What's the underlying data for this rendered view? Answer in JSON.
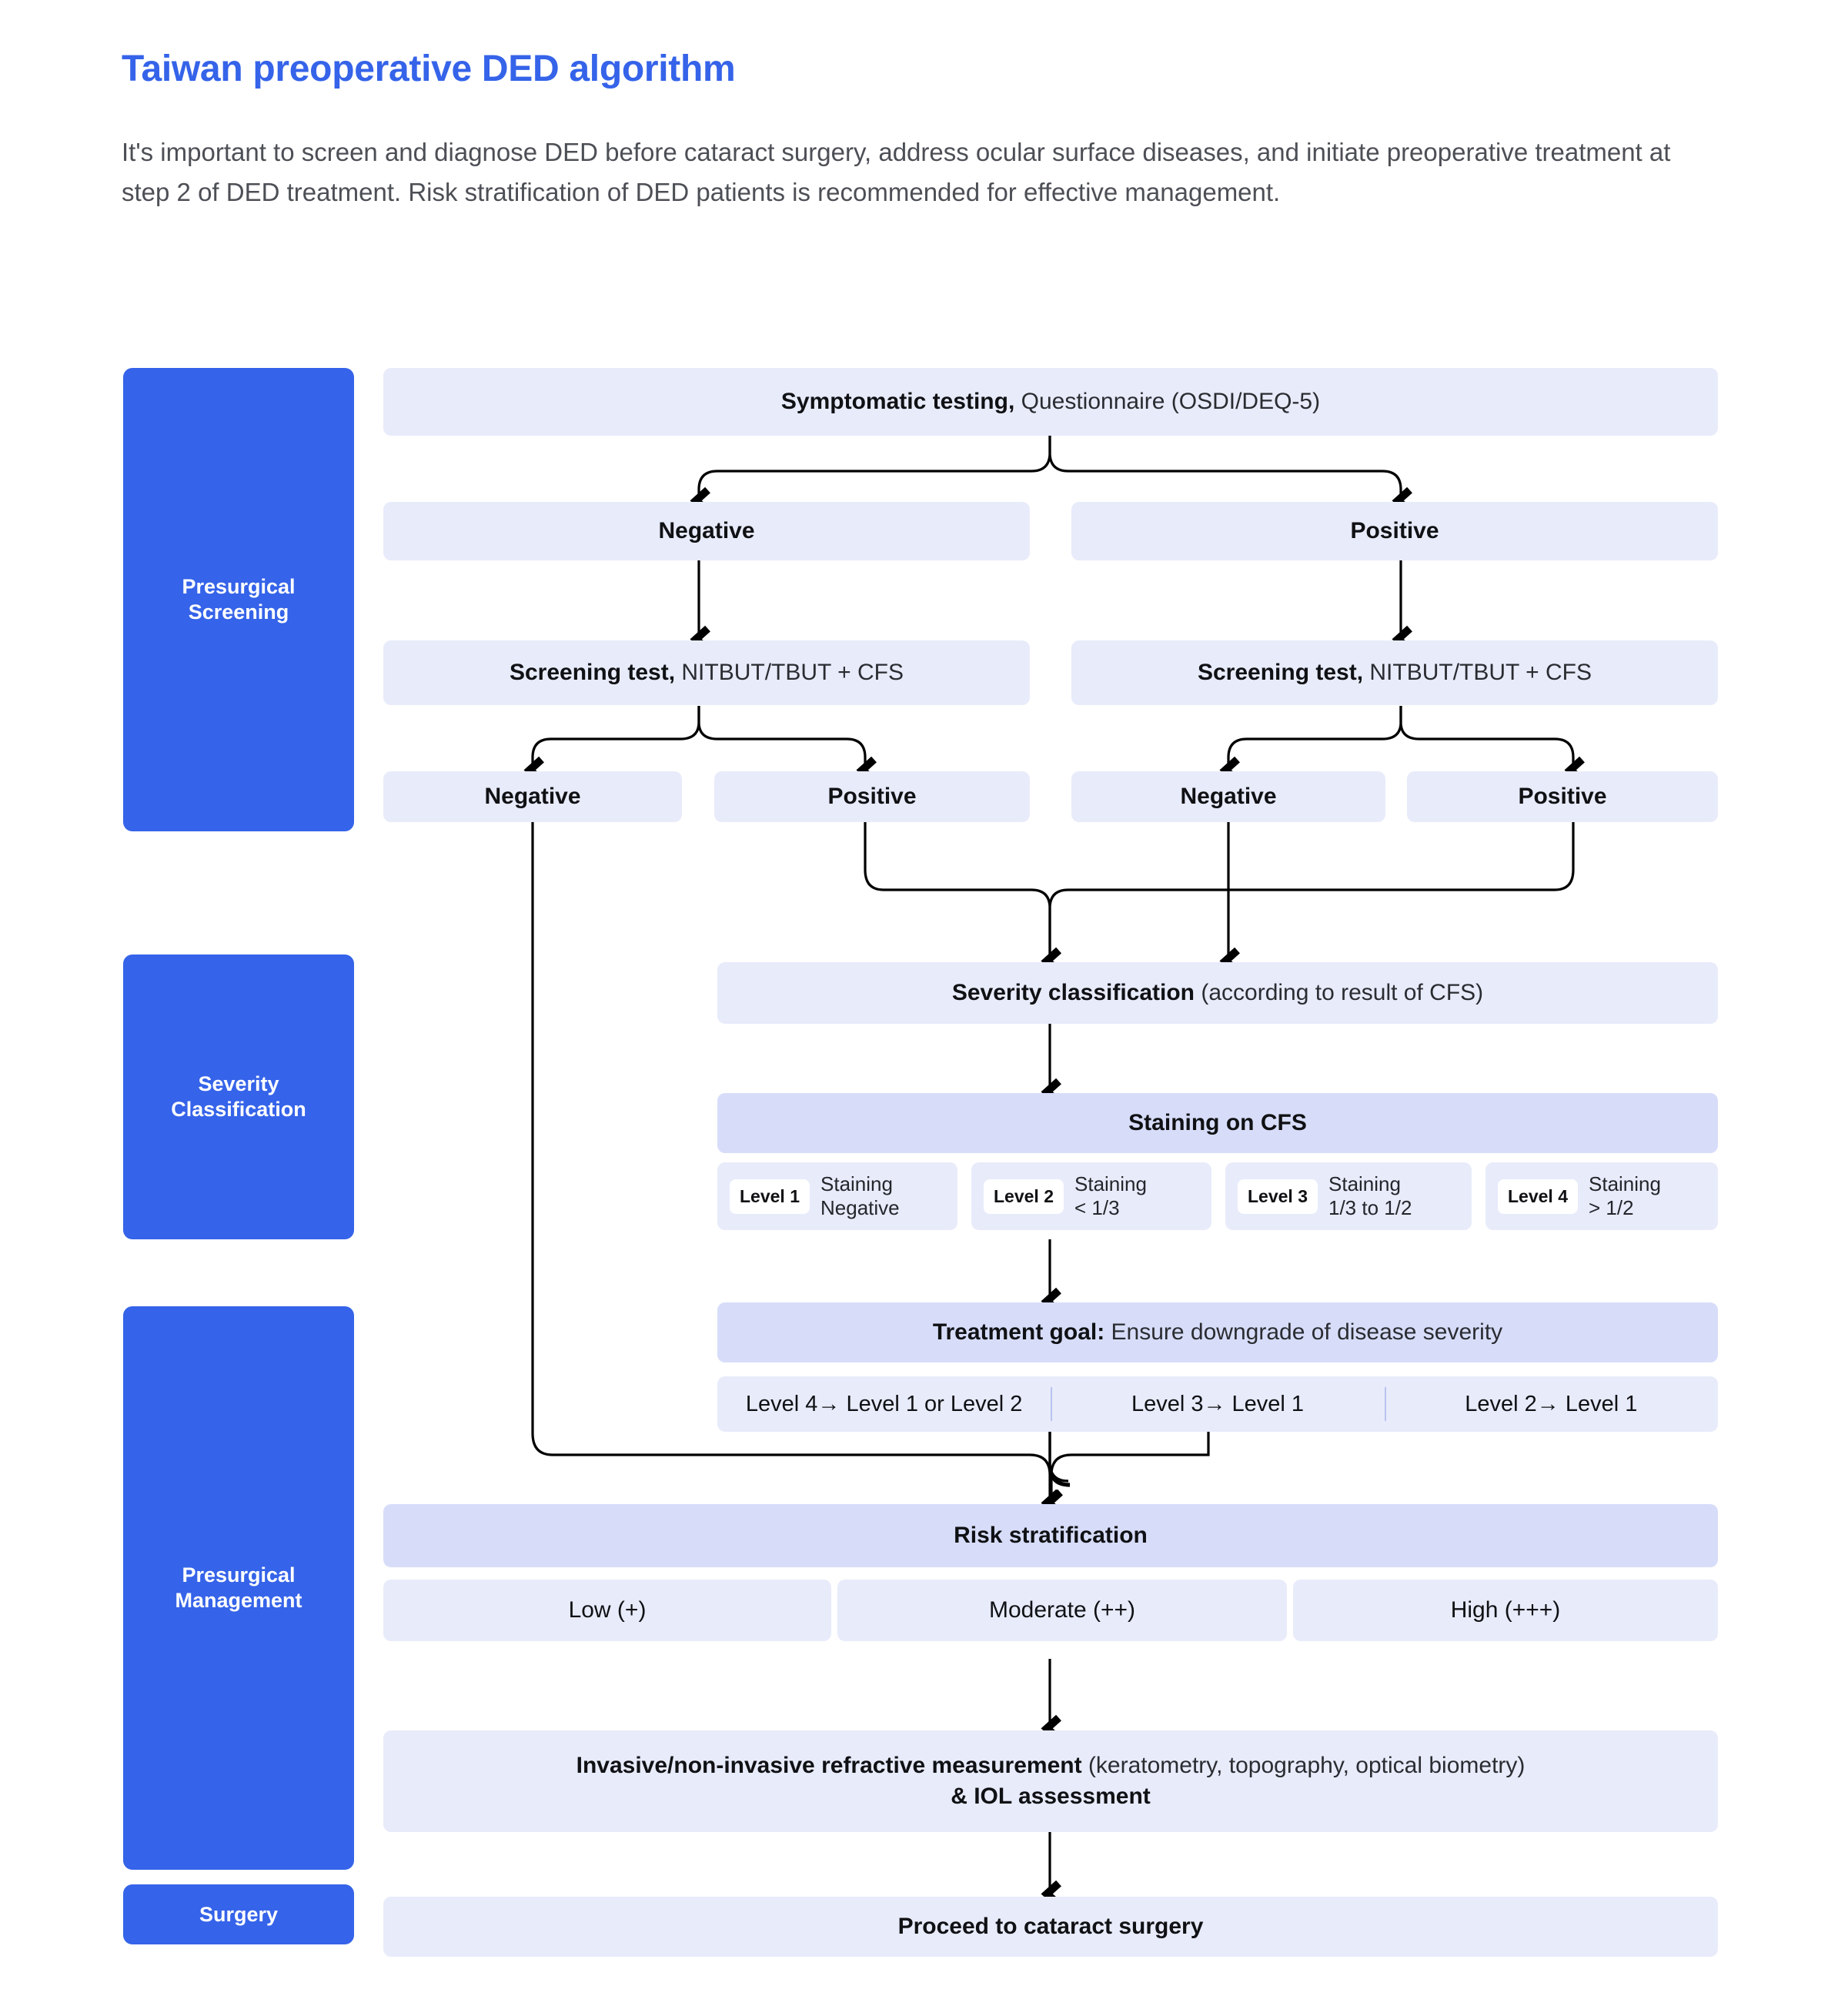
{
  "header": {
    "title": "Taiwan preoperative DED algorithm",
    "subtitle": "It's important to screen and diagnose DED before cataract surgery, address ocular surface diseases, and initiate preoperative treatment at step 2 of DED treatment. Risk stratification of DED patients is recommended for effective management."
  },
  "colors": {
    "brand_blue": "#3563e9",
    "box_light": "#e8ebfa",
    "box_dark": "#d7ddf9",
    "chip_white": "#ffffff",
    "text": "#101114",
    "subtitle_text": "#4c4f55"
  },
  "stages": [
    {
      "label": "Presurgical Screening"
    },
    {
      "label": "Severity Classification"
    },
    {
      "label": "Presurgical Management"
    },
    {
      "label": "Surgery"
    }
  ],
  "flow": {
    "symptomatic_testing": {
      "bold": "Symptomatic testing,",
      "rest": " Questionnaire (OSDI/DEQ-5)"
    },
    "result_left": "Negative",
    "result_right": "Positive",
    "screening_test_left": {
      "bold": "Screening test,",
      "rest": " NITBUT/TBUT + CFS"
    },
    "screening_test_right": {
      "bold": "Screening test,",
      "rest": " NITBUT/TBUT + CFS"
    },
    "quad": [
      "Negative",
      "Positive",
      "Negative",
      "Positive"
    ],
    "severity_classification": {
      "bold": "Severity classification",
      "rest": " (according to result of CFS)"
    },
    "staining_on_cfs": "Staining on CFS",
    "levels": [
      {
        "chip": "Level 1",
        "line1": "Staining",
        "line2": "Negative"
      },
      {
        "chip": "Level 2",
        "line1": "Staining",
        "line2": "< 1/3"
      },
      {
        "chip": "Level 3",
        "line1": "Staining",
        "line2": "1/3 to 1/2"
      },
      {
        "chip": "Level 4",
        "line1": "Staining",
        "line2": "> 1/2"
      }
    ],
    "treatment_goal": {
      "bold": "Treatment goal:",
      "rest": " Ensure downgrade of disease severity"
    },
    "downgrades": [
      "Level 4→ Level 1 or Level 2",
      "Level 3→ Level 1",
      "Level 2→ Level 1"
    ],
    "risk_stratification": "Risk stratification",
    "risk_levels": [
      "Low (+)",
      "Moderate (++)",
      "High (+++)"
    ],
    "refractive_measurement": {
      "bold": "Invasive/non-invasive refractive measurement",
      "rest": " (keratometry, topography, optical biometry)",
      "line2": "& IOL assessment"
    },
    "proceed": "Proceed to cataract surgery"
  }
}
